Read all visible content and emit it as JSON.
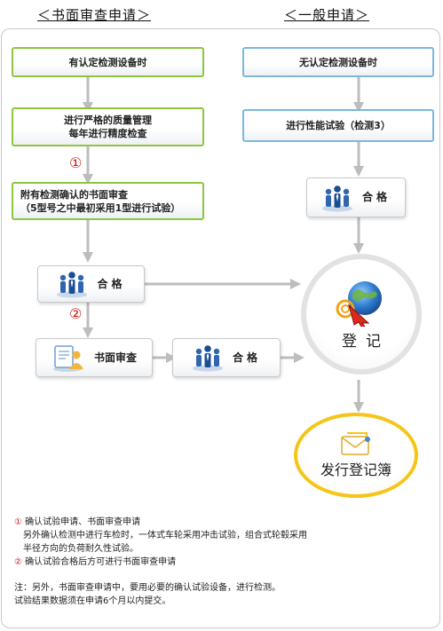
{
  "headings": {
    "left": "＜书面审查申请＞",
    "right": "＜一般申请＞"
  },
  "left_flow": {
    "step1": "有认定检测设备时",
    "step2_line1": "进行严格的质量管理",
    "step2_line2": "每年进行精度检查",
    "marker1": "①",
    "step3_line1": "附有检测确认的书面审查",
    "step3_line2": "（5型号之中最初采用1型进行试验）",
    "pass": "合格",
    "marker2": "②",
    "review": "书面审查",
    "review_pass": "合格"
  },
  "right_flow": {
    "step1": "无认定检测设备时",
    "step2": "进行性能试验（检测3）",
    "pass": "合格"
  },
  "register": {
    "label": "登记"
  },
  "issue": {
    "label": "发行登记簿"
  },
  "notes": {
    "n1_mark": "①",
    "n1_title": "确认试验申请、书面审查申请",
    "n1_line1": "另外确认检测中进行车检时，一体式车轮采用冲击试验，组合式轮毂采用",
    "n1_line2": "半径方向的负荷耐久性试验。",
    "n2_mark": "②",
    "n2_text": "确认试验合格后方可进行书面审查申请",
    "footer1": "注：另外，书面审查申请中，要用必要的确认试验设备，进行检测。",
    "footer2": "试验结果数据须在申请6个月以内提交。"
  },
  "colors": {
    "green_border": "#8cc63f",
    "blue_border": "#7cb7e0",
    "arrow_gray": "#bdbdbd",
    "marker_red": "#d01818",
    "issue_yellow": "#f5c518"
  },
  "icons": {
    "people": "people-group-icon",
    "review": "document-person-icon",
    "register": "globe-cursor-icon",
    "issue": "envelope-icon"
  }
}
